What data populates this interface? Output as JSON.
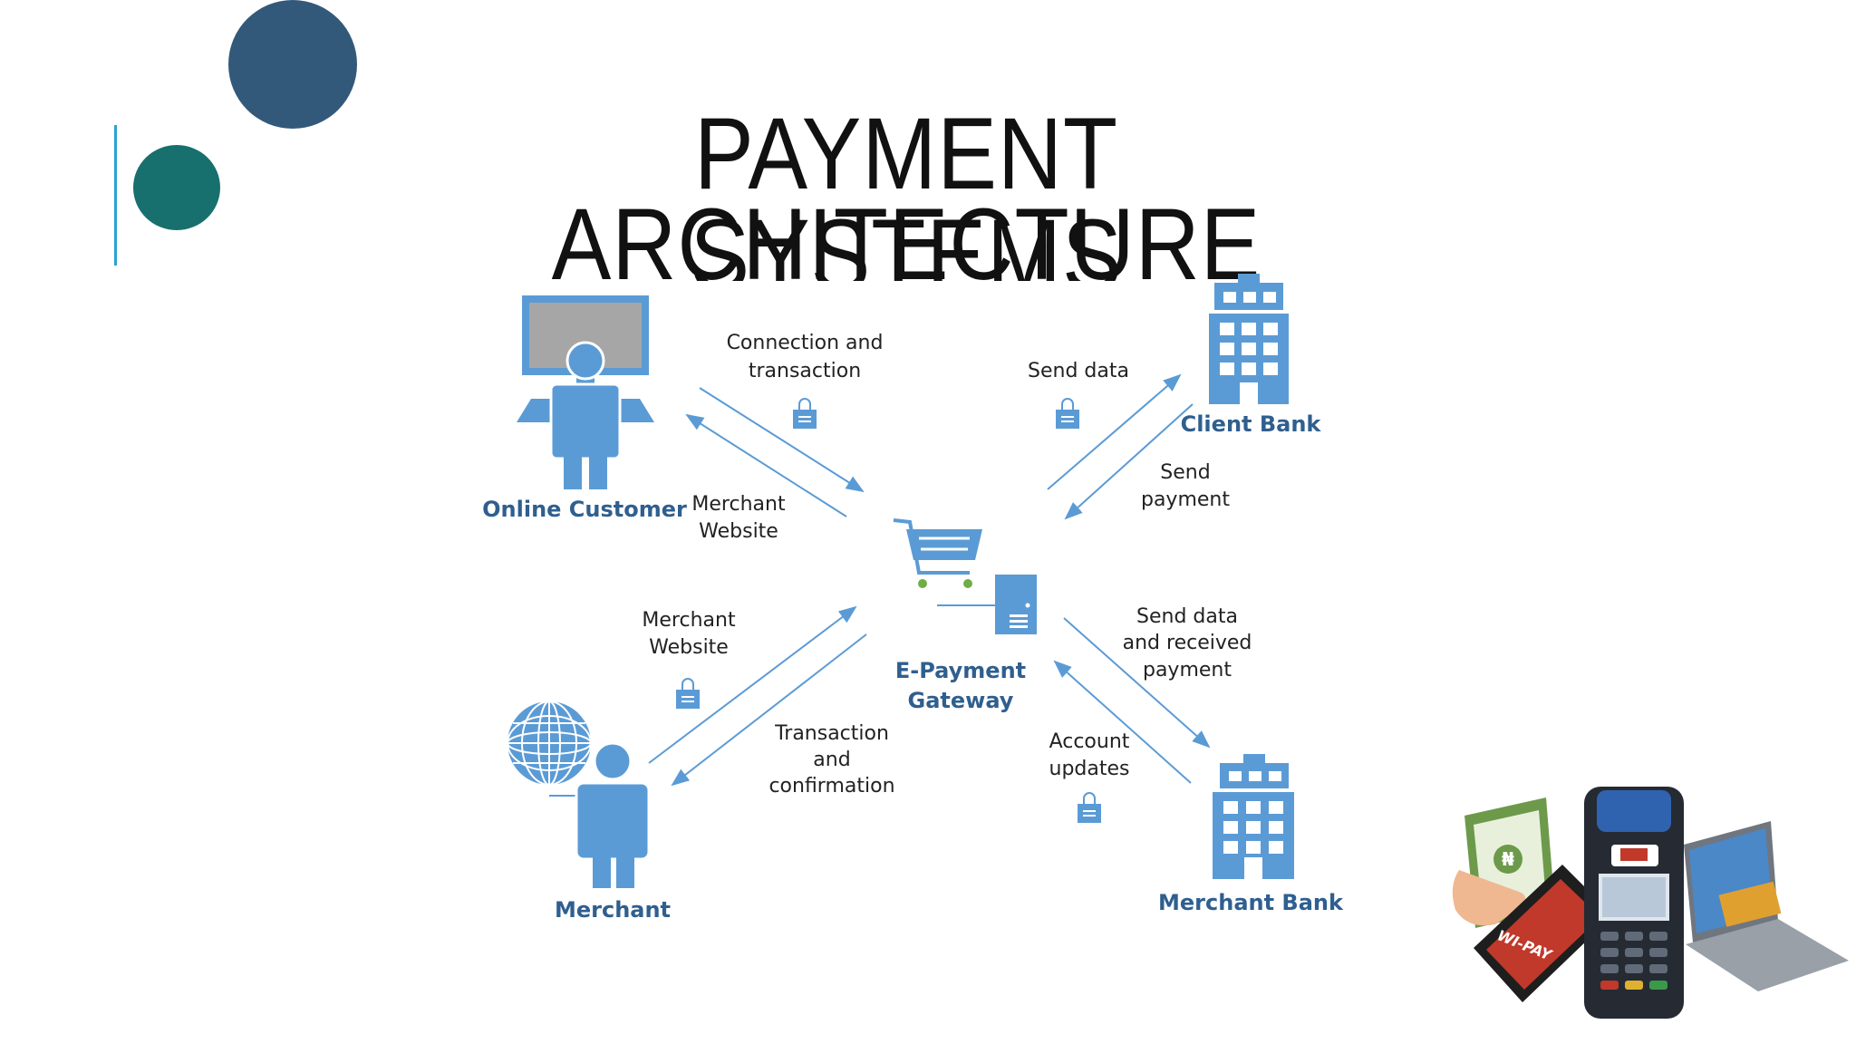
{
  "title": {
    "line1": "PAYMENT SYSTEMS",
    "line2": "ARCHITECTURE"
  },
  "nodes": {
    "online_customer": "Online Customer",
    "client_bank": "Client Bank",
    "gateway_line1": "E-Payment",
    "gateway_line2": "Gateway",
    "merchant": "Merchant",
    "merchant_bank": "Merchant Bank"
  },
  "labels": {
    "conn_1": "Connection and",
    "conn_2": "transaction",
    "merchant_site_1a": "Merchant",
    "merchant_site_1b": "Website",
    "send_data": "Send data",
    "send_payment_1": "Send",
    "send_payment_2": "payment",
    "merchant_site_2a": "Merchant",
    "merchant_site_2b": "Website",
    "trans_1": "Transaction",
    "trans_2": "and",
    "trans_3": "confirmation",
    "send_recv_1": "Send data",
    "send_recv_2": "and received",
    "send_recv_3": "payment",
    "acct_1": "Account",
    "acct_2": "updates"
  },
  "pos_image": {
    "brand_text": "WI-PAY",
    "currency_symbol": "₦"
  },
  "colors": {
    "accent_dark": "#33597a",
    "accent_teal": "#17706e",
    "accent_line": "#2aa3d6",
    "icon_blue": "#5b9bd5",
    "node_label": "#2f5f8f"
  }
}
